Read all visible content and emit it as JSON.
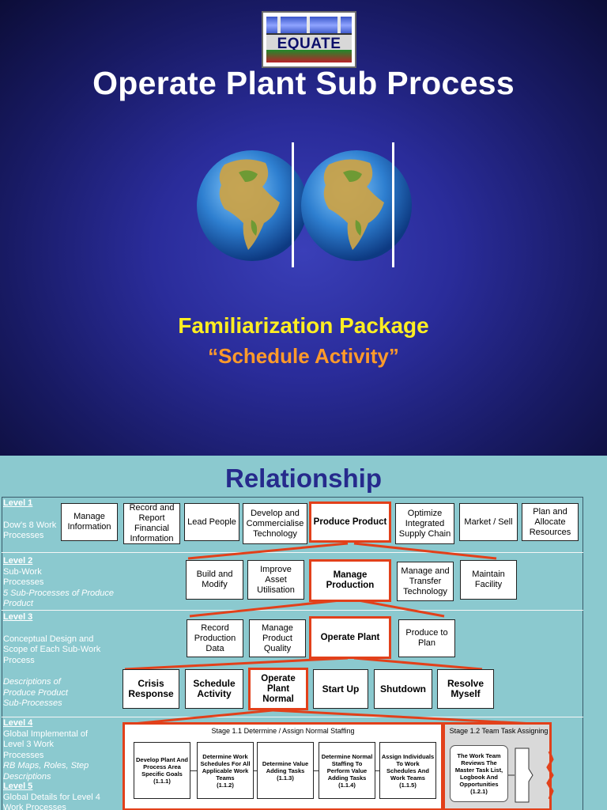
{
  "slide1": {
    "logo_text": "EQUATE",
    "title": "Operate Plant Sub Process",
    "subtitle": "Familiarization Package",
    "subtitle2": "“Schedule Activity”",
    "colors": {
      "background": "#242790",
      "title": "#ffffff",
      "subtitle": "#ffee22",
      "subtitle2": "#ff9a2a"
    }
  },
  "slide2": {
    "title": "Relationship",
    "level1": {
      "heading": "Level 1",
      "desc": "Dow's 8 Work Processes",
      "boxes": [
        "Manage Information",
        "Record and Report Financial Information",
        "Lead People",
        "Develop and Commercialise Technology",
        "Produce Product",
        "Optimize Integrated Supply Chain",
        "Market / Sell",
        "Plan and Allocate Resources"
      ]
    },
    "level2": {
      "heading": "Level 2",
      "desc": "Sub-Work Processes",
      "desc_italic": "5 Sub-Processes of Produce Product",
      "boxes": [
        "Build and Modify",
        "Improve Asset Utilisation",
        "Manage Production",
        "Manage and Transfer Technology",
        "Maintain Facility"
      ]
    },
    "level3": {
      "heading": "Level 3",
      "desc": "Conceptual Design and Scope of Each Sub-Work Process",
      "desc_italic": "Descriptions of Produce Product Sub-Processes",
      "boxes": [
        "Record Production Data",
        "Manage Product Quality",
        "Operate Plant",
        "Produce to Plan"
      ],
      "sub_boxes": [
        "Crisis Response",
        "Schedule Activity",
        "Operate Plant Normal",
        "Start Up",
        "Shutdown",
        "Resolve Myself"
      ]
    },
    "level4": {
      "heading": "Level 4",
      "desc": "Global Implemental of Level 3 Work Processes",
      "desc_italic": "RB Maps, Roles, Step Descriptions"
    },
    "level5": {
      "heading": "Level 5",
      "desc": "Global Details for Level 4 Work Processes"
    },
    "stage1": {
      "label": "Stage 1.1 Determine / Assign Normal Staffing",
      "steps": [
        {
          "text": "Develop Plant And Process Area Specific Goals",
          "code": "(1.1.1)"
        },
        {
          "text": "Determine Work Schedules For All Applicable Work Teams",
          "code": "(1.1.2)"
        },
        {
          "text": "Determine Value Adding Tasks",
          "code": "(1.1.3)"
        },
        {
          "text": "Determine Normal Staffing To Perform Value Adding Tasks",
          "code": "(1.1.4)"
        },
        {
          "text": "Assign Individuals To Work Schedules And Work Teams",
          "code": "(1.1.5)"
        }
      ]
    },
    "stage2": {
      "label": "Stage 1.2 Team Task Assigning",
      "step": {
        "text": "The Work Team Reviews The Master Task List, Logbook And Opportunities",
        "code": "(1.2.1)"
      }
    },
    "colors": {
      "background": "#8bc9cf",
      "title": "#262a8c",
      "highlight": "#e2401a"
    }
  }
}
